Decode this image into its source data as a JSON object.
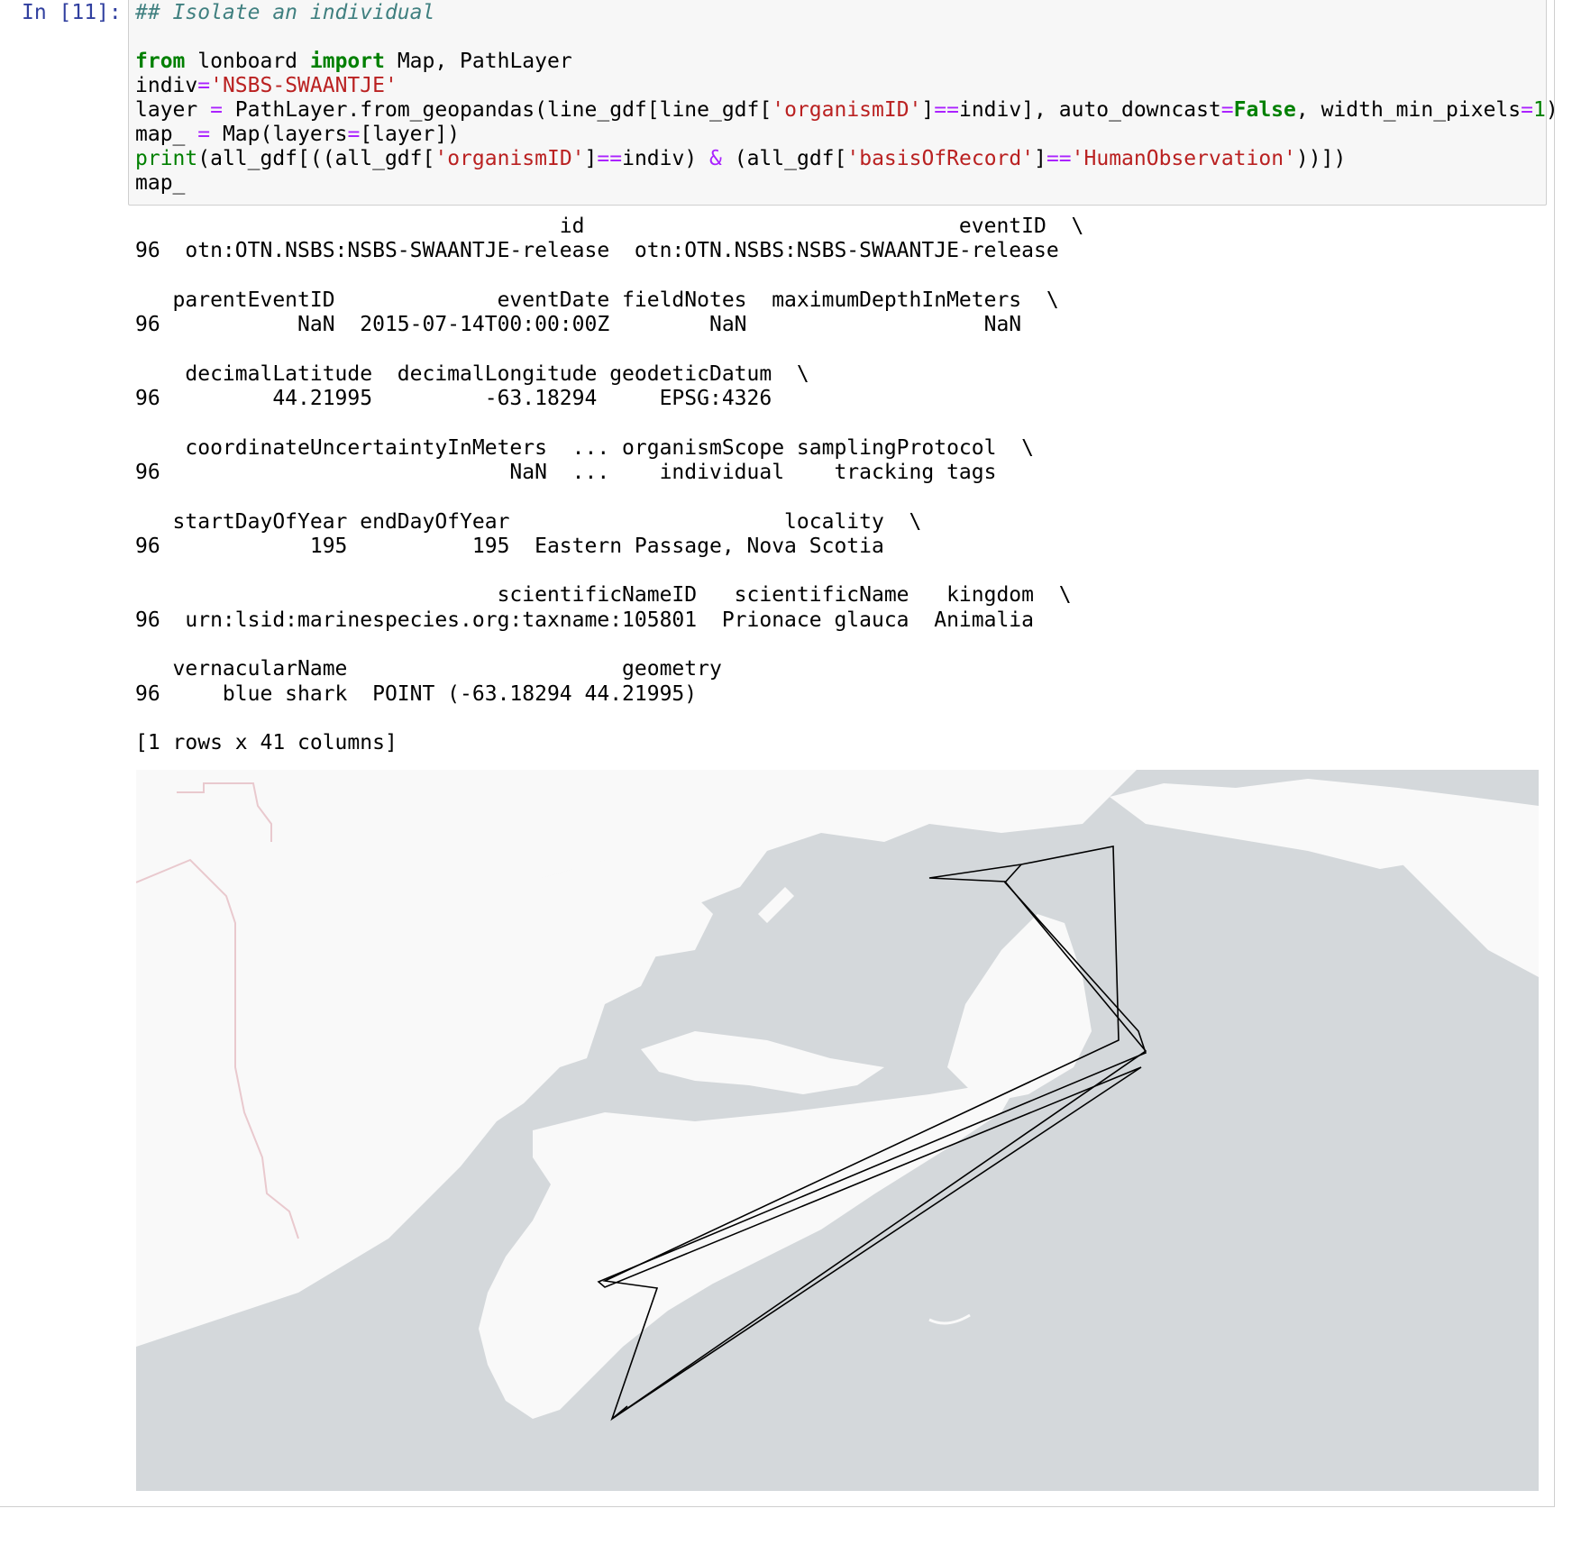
{
  "prompt": "In [11]:",
  "code": {
    "comment": "## Isolate an individual",
    "line_import_from": "from",
    "line_import_module": " lonboard ",
    "line_import_kw": "import",
    "line_import_names": " Map, PathLayer",
    "indiv_var": "indiv",
    "indiv_eq": "=",
    "indiv_value": "'NSBS-SWAANTJE'",
    "layer_a": "layer ",
    "layer_eq": "=",
    "layer_b": " PathLayer.from_geopandas(line_gdf[line_gdf[",
    "layer_str": "'organismID'",
    "layer_c": "]",
    "layer_eqeq": "==",
    "layer_d": "indiv], auto_downcast",
    "layer_eq2": "=",
    "layer_false": "False",
    "layer_e": ", width_min_pixels",
    "layer_eq3": "=",
    "layer_one": "1",
    "layer_f": ")",
    "map_a": "map_ ",
    "map_eq": "=",
    "map_b": " Map(layers",
    "map_eq2": "=",
    "map_c": "[layer])",
    "print_fn": "print",
    "print_a": "(all_gdf[((all_gdf[",
    "print_str1": "'organismID'",
    "print_b": "]",
    "print_eqeq": "==",
    "print_c": "indiv) ",
    "print_amp": "&",
    "print_d": " (all_gdf[",
    "print_str2": "'basisOfRecord'",
    "print_e": "]",
    "print_eqeq2": "==",
    "print_str3": "'HumanObservation'",
    "print_f": "))])",
    "last_line": "map_"
  },
  "output_lines": [
    "                                  id                              eventID  \\",
    "96  otn:OTN.NSBS:NSBS-SWAANTJE-release  otn:OTN.NSBS:NSBS-SWAANTJE-release",
    "",
    "   parentEventID             eventDate fieldNotes  maximumDepthInMeters  \\",
    "96           NaN  2015-07-14T00:00:00Z        NaN                   NaN",
    "",
    "    decimalLatitude  decimalLongitude geodeticDatum  \\",
    "96         44.21995         -63.18294     EPSG:4326",
    "",
    "    coordinateUncertaintyInMeters  ... organismScope samplingProtocol  \\",
    "96                            NaN  ...    individual    tracking tags",
    "",
    "   startDayOfYear endDayOfYear                      locality  \\",
    "96            195          195  Eastern Passage, Nova Scotia",
    "",
    "                             scientificNameID   scientificName   kingdom  \\",
    "96  urn:lsid:marinespecies.org:taxname:105801  Prionace glauca  Animalia",
    "",
    "   vernacularName                      geometry",
    "96     blue shark  POINT (-63.18294 44.21995)",
    "",
    "[1 rows x 41 columns]"
  ],
  "map": {
    "water_color": "#d4d8db",
    "land_color": "#f9f9f9",
    "border_color": "#e9c9ce",
    "track_color": "#000000"
  }
}
